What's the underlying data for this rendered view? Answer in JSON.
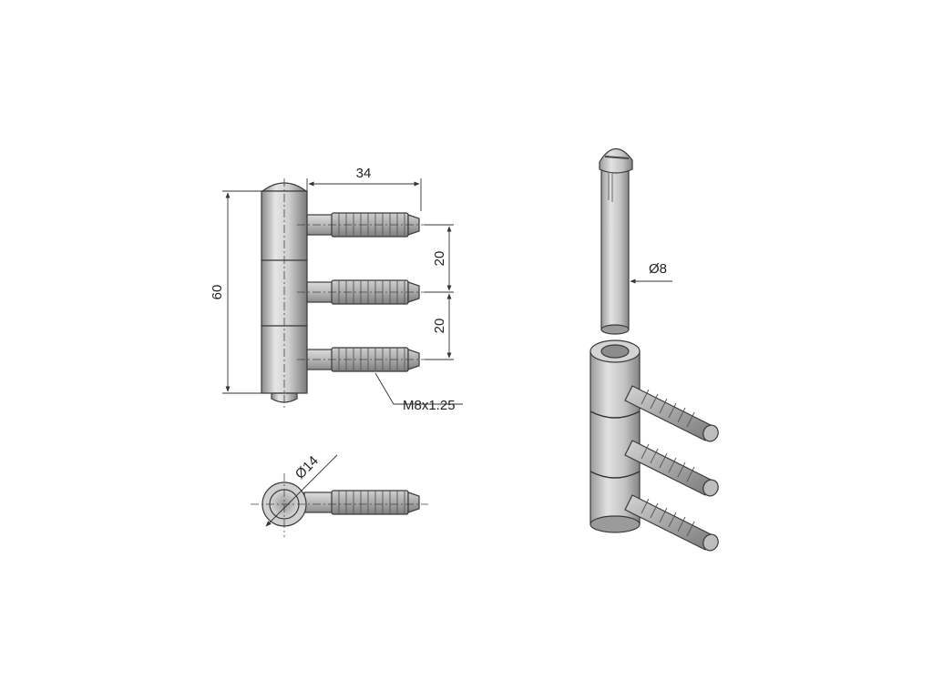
{
  "drawing": {
    "dimensions": {
      "overall_width": "34",
      "overall_height": "60",
      "pin_spacing_top": "20",
      "pin_spacing_bottom": "20",
      "thread_callout": "M8x1.25",
      "barrel_diameter": "Ø14",
      "pin_diameter": "Ø8"
    }
  },
  "colors": {
    "metal_light": "#e4e4e4",
    "metal_mid": "#b9b9b9",
    "metal_dark": "#7c7c7c",
    "line": "#333333"
  }
}
